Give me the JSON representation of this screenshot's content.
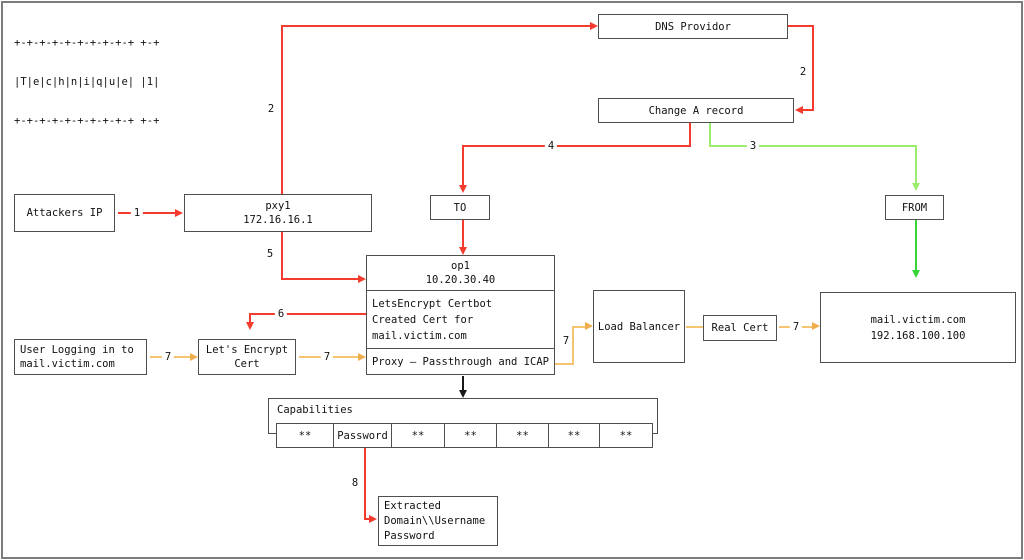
{
  "banner": {
    "line1": "+-+-+-+-+-+-+-+-+-+ +-+",
    "line2": "|T|e|c|h|n|i|q|u|e| |1|",
    "line3": "+-+-+-+-+-+-+-+-+-+ +-+"
  },
  "nodes": {
    "dns": {
      "label": "DNS Providor"
    },
    "change_a": {
      "label": "Change A record"
    },
    "attackers": {
      "label": "Attackers IP"
    },
    "pxy1": {
      "name": "pxy1",
      "ip": "172.16.16.1"
    },
    "to": {
      "label": "TO"
    },
    "from": {
      "label": "FROM"
    },
    "op1": {
      "name": "op1",
      "ip": "10.20.30.40",
      "cert_line1": "LetsEncrypt Certbot",
      "cert_line2": "Created Cert for",
      "cert_line3": "mail.victim.com",
      "proxy": "Proxy – Passthrough and ICAP"
    },
    "user": {
      "line1": "User Logging in to",
      "line2": "mail.victim.com"
    },
    "lets_encrypt": {
      "line1": "Let's Encrypt",
      "line2": "Cert"
    },
    "load_balancer": {
      "label": "Load Balancer"
    },
    "real_cert": {
      "label": "Real Cert"
    },
    "mail": {
      "host": "mail.victim.com",
      "ip": "192.168.100.100"
    },
    "capabilities": {
      "label": "Capabilities",
      "cells": [
        "**",
        "Password",
        "**",
        "**",
        "**",
        "**",
        "**"
      ]
    },
    "extracted": {
      "line1": "Extracted",
      "line2": "Domain\\\\Username",
      "line3": "Password"
    }
  },
  "edge_labels": {
    "e1": "1",
    "e2_up": "2",
    "e2_down": "2",
    "e3": "3",
    "e4": "4",
    "e5": "5",
    "e6": "6",
    "e7_user": "7",
    "e7_le": "7",
    "e7_lb": "7",
    "e7_mail": "7",
    "e8": "8"
  },
  "colors": {
    "red": "#f53b2e",
    "green_light": "#9bed6d",
    "green": "#35d635",
    "yellow": "#f5c471",
    "black": "#1a1a1a",
    "box_border": "#4f4f4f"
  }
}
